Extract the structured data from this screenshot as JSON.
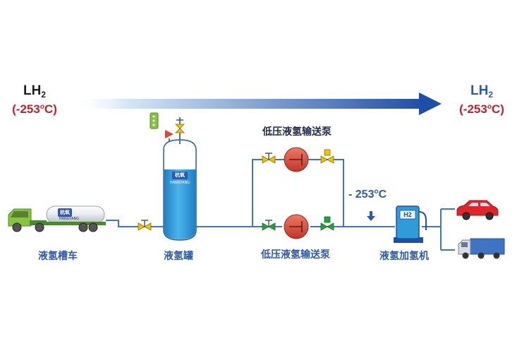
{
  "inlet": {
    "label": "LH",
    "sub": "2",
    "temp_prefix": "(-253",
    "temp_sup": "o",
    "temp_suffix": "C)"
  },
  "outlet": {
    "label": "LH",
    "sub": "2",
    "temp_prefix": "(-253",
    "temp_sup": "o",
    "temp_suffix": "C)"
  },
  "pump_top_label": "低压液氢输送泵",
  "pump_bottom_label": "低压液氢输送泵",
  "dispenser_temp": {
    "prefix": "- 253",
    "sup": "o",
    "suffix": "C"
  },
  "nodes": {
    "truck": "液氢槽车",
    "tank": "液氢罐",
    "dispenser": "液氢加氢机"
  },
  "logo": {
    "chinese": "杭氧",
    "english": "HANGYANG"
  },
  "dispenser_mark": "H2",
  "colors": {
    "pipe": "#3f74c2",
    "arrow": "#1e4fa8",
    "pump": "#d9493a",
    "valve_yellow": "#f2c200",
    "valve_green": "#22a33a",
    "tank_liquid": "#2f9bd8",
    "truck_cab": "#86c440",
    "car": "#e0242a",
    "red_text": "#c0202a",
    "blue_text": "#2c5aa8"
  }
}
